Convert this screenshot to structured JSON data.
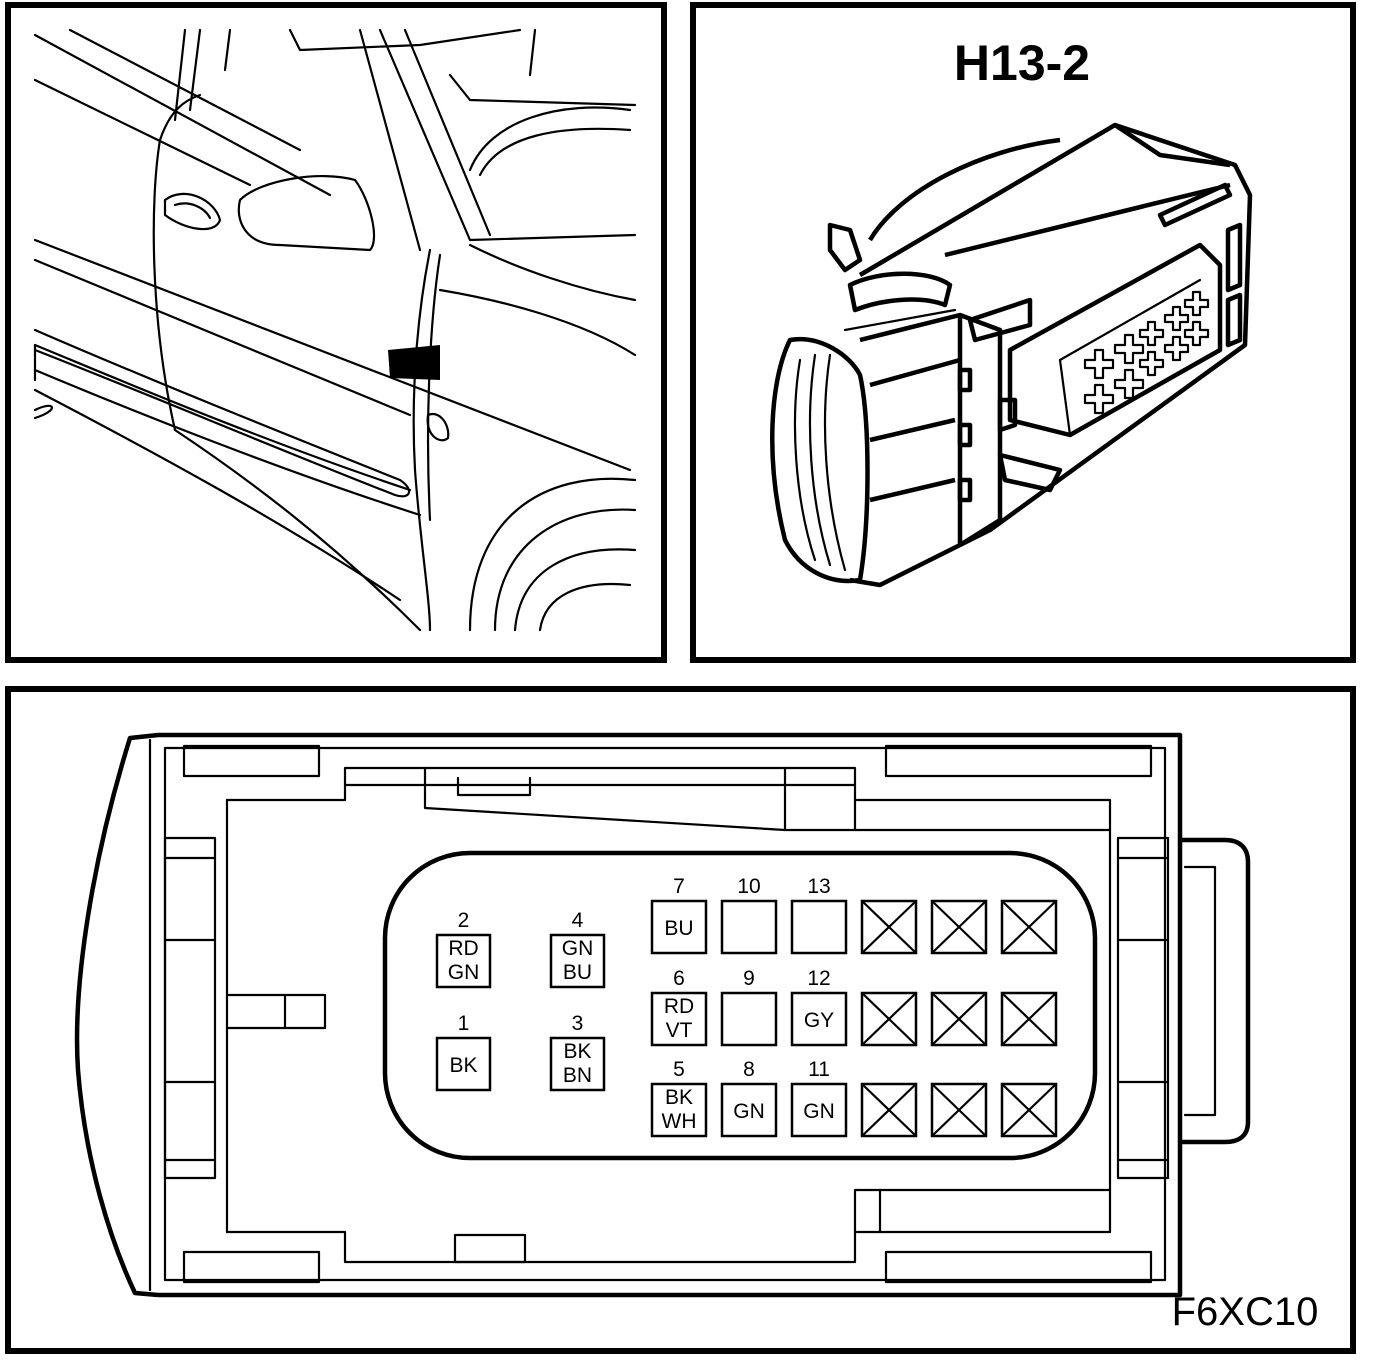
{
  "connector": {
    "id": "H13-2",
    "figure_code": "F6XC10"
  },
  "pins": [
    {
      "num": "2",
      "color": [
        "RD",
        "GN"
      ]
    },
    {
      "num": "1",
      "color": [
        "BK"
      ]
    },
    {
      "num": "4",
      "color": [
        "GN",
        "BU"
      ]
    },
    {
      "num": "3",
      "color": [
        "BK",
        "BN"
      ]
    },
    {
      "num": "7",
      "color": [
        "BU"
      ]
    },
    {
      "num": "6",
      "color": [
        "RD",
        "VT"
      ]
    },
    {
      "num": "5",
      "color": [
        "BK",
        "WH"
      ]
    },
    {
      "num": "10",
      "color": []
    },
    {
      "num": "9",
      "color": []
    },
    {
      "num": "8",
      "color": [
        "GN"
      ]
    },
    {
      "num": "13",
      "color": []
    },
    {
      "num": "12",
      "color": [
        "GY"
      ]
    },
    {
      "num": "11",
      "color": [
        "GN"
      ]
    }
  ],
  "blocked_cavities": 9
}
